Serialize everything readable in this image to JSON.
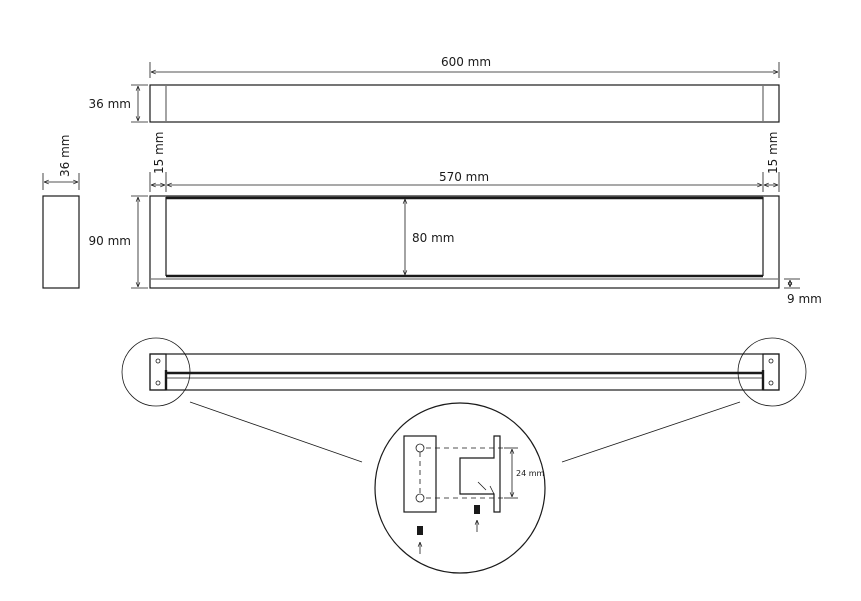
{
  "labels": {
    "total_length": "600 mm",
    "top_height": "36 mm",
    "side_depth": "36 mm",
    "side_offset_left": "15 mm",
    "inner_length": "570 mm",
    "side_offset_right": "15 mm",
    "front_height": "90 mm",
    "inner_height": "80 mm",
    "bottom_gap": "9 mm",
    "bracket_spacing": "24 mm"
  }
}
